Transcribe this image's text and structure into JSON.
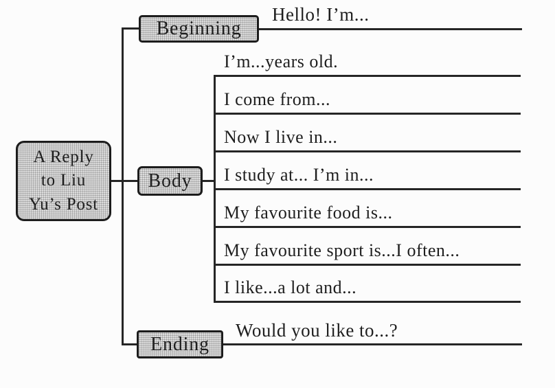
{
  "page": {
    "background_color": "#fcfcfc",
    "line_color": "#252525",
    "box_fill_color": "#dcdcdc",
    "box_border_color": "#1c1c1c",
    "text_color": "#1e1e1e"
  },
  "diagram": {
    "type": "mind-map",
    "root": {
      "label": "A Reply\nto Liu\nYu’s Post"
    },
    "branches": {
      "beginning": {
        "label": "Beginning",
        "items": [
          {
            "text": "Hello! I’m..."
          }
        ]
      },
      "body": {
        "label": "Body",
        "items": [
          {
            "text": "I’m...years old."
          },
          {
            "text": "I come from..."
          },
          {
            "text": "Now I live in..."
          },
          {
            "text": "I study at... I’m in..."
          },
          {
            "text": "My favourite food is..."
          },
          {
            "text": "My favourite sport is...I often..."
          },
          {
            "text": "I like...a lot and..."
          }
        ]
      },
      "ending": {
        "label": "Ending",
        "items": [
          {
            "text": "Would you like to...?"
          }
        ]
      }
    }
  }
}
